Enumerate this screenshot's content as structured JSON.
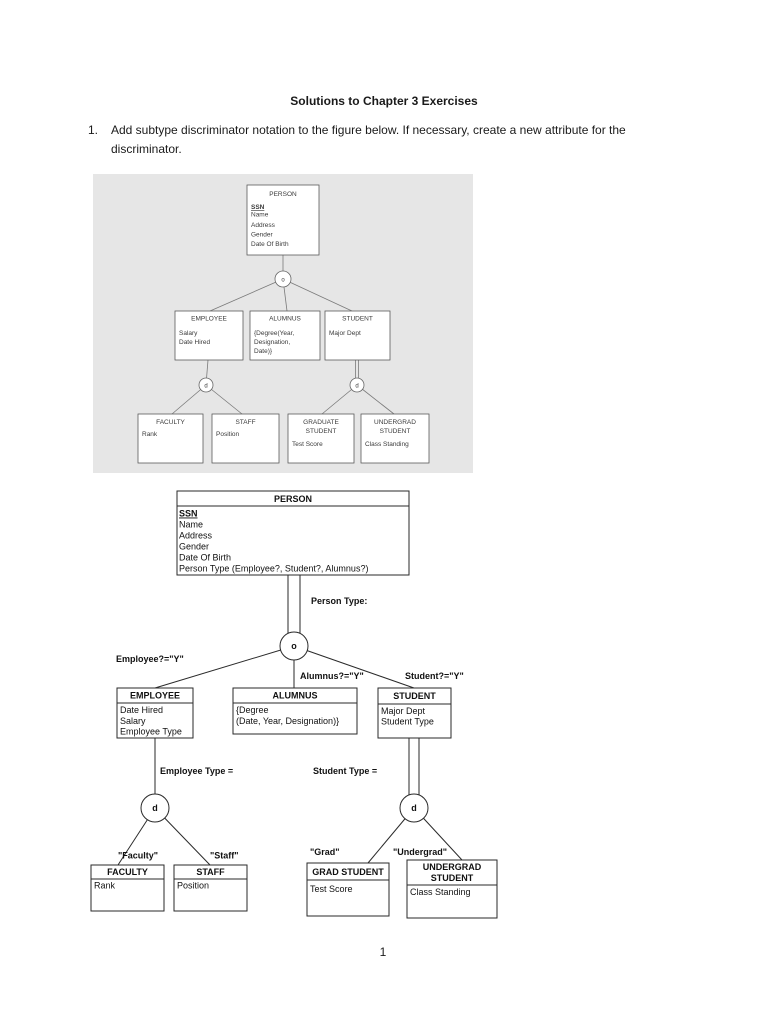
{
  "document": {
    "title": "Solutions to Chapter 3 Exercises",
    "question_number": "1.",
    "question_lines": [
      "Add subtype discriminator notation to the figure below. If necessary, create a new attribute for the",
      "discriminator."
    ],
    "page_number": "1"
  },
  "figure_original": {
    "person": {
      "name": "PERSON",
      "key": "SSN",
      "attributes": [
        "Name",
        "Address",
        "Gender",
        "Date Of Birth"
      ]
    },
    "top_constraint": "o",
    "employee": {
      "name": "EMPLOYEE",
      "attributes": [
        "Salary",
        "Date Hired"
      ]
    },
    "alumnus": {
      "name": "ALUMNUS",
      "attributes": [
        "{Degree(Year,",
        "Designation,",
        "Date)}"
      ]
    },
    "student": {
      "name": "STUDENT",
      "attributes": [
        "Major Dept"
      ]
    },
    "employee_constraint": "d",
    "student_constraint": "d",
    "faculty": {
      "name": "FACULTY",
      "attributes": [
        "Rank"
      ]
    },
    "staff": {
      "name": "STAFF",
      "attributes": [
        "Position"
      ]
    },
    "graduate_student": {
      "name_lines": [
        "GRADUATE",
        "STUDENT"
      ],
      "attributes": [
        "Test Score"
      ]
    },
    "undergrad_student": {
      "name_lines": [
        "UNDERGRAD",
        "STUDENT"
      ],
      "attributes": [
        "Class Standing"
      ]
    }
  },
  "figure_solution": {
    "person": {
      "name": "PERSON",
      "key": "SSN",
      "attributes": [
        "Name",
        "Address",
        "Gender",
        "Date Of Birth",
        "Person Type (Employee?, Student?, Alumnus?)"
      ]
    },
    "person_discriminator": "Person Type:",
    "top_constraint": "o",
    "employee_condition": "Employee?=\"Y\"",
    "alumnus_condition": "Alumnus?=\"Y\"",
    "student_condition": "Student?=\"Y\"",
    "employee": {
      "name": "EMPLOYEE",
      "attributes": [
        "Date Hired",
        "Salary",
        "Employee Type"
      ]
    },
    "alumnus": {
      "name": "ALUMNUS",
      "attributes": [
        "{Degree",
        "(Date, Year, Designation)}"
      ]
    },
    "student": {
      "name": "STUDENT",
      "attributes": [
        "Major Dept",
        "Student Type"
      ]
    },
    "employee_discriminator": "Employee Type =",
    "student_discriminator": "Student Type =",
    "employee_constraint": "d",
    "student_constraint": "d",
    "faculty_condition": "\"Faculty\"",
    "staff_condition": "\"Staff\"",
    "grad_condition": "\"Grad\"",
    "undergrad_condition": "\"Undergrad\"",
    "faculty": {
      "name": "FACULTY",
      "attributes": [
        "Rank"
      ]
    },
    "staff": {
      "name": "STAFF",
      "attributes": [
        "Position"
      ]
    },
    "grad_student": {
      "name": "GRAD STUDENT",
      "attributes": [
        "Test Score"
      ]
    },
    "undergrad_student": {
      "name_lines": [
        "UNDERGRAD",
        "STUDENT"
      ],
      "attributes": [
        "Class Standing"
      ]
    }
  }
}
